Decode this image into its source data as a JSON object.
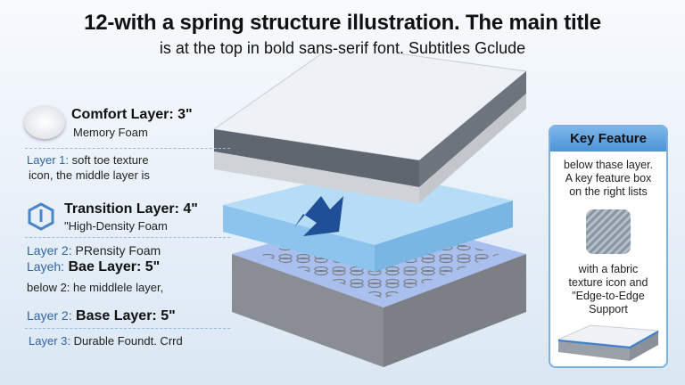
{
  "title": {
    "line1": "12-with a spring structure illustration. The main title",
    "line2": "is at the top in bold sans-serif font. Subtitles Gclude"
  },
  "left": {
    "comfort_title": "Comfort Layer: 3\"",
    "comfort_sub": "Memory Foam",
    "layer1_prefix": "Layer 1:",
    "layer1_text": " soft toe texture",
    "layer1_text2": "icon, the middle layer is",
    "transition_title": "Transition Layer: 4\"",
    "transition_sub": "\"High-Density Foam",
    "layer2a_prefix": "Layer 2:",
    "layer2a_text": " PRensity Foam",
    "layer2b_prefix": "Layeh:",
    "layer2b_text": " Bae Layer: 5\"",
    "below_text": "below 2: he middlele layer,",
    "layer2c_prefix": "Layer 2:",
    "layer2c_text": " Base Layer: 5\"",
    "layer3_prefix": "Layer 3:",
    "layer3_text": " Durable Foundt. Crrd"
  },
  "key_feature": {
    "title": "Key Feature",
    "text1": [
      "below thase layer.",
      "A key feature box",
      "on the right lists"
    ],
    "text2": [
      "with a fabric",
      "texture icon and",
      "\"Edge-to-Edge",
      "Support"
    ]
  },
  "colors": {
    "accent": "#4d93d8",
    "foam": "#8cc4ee",
    "base": "#8a8d93"
  }
}
